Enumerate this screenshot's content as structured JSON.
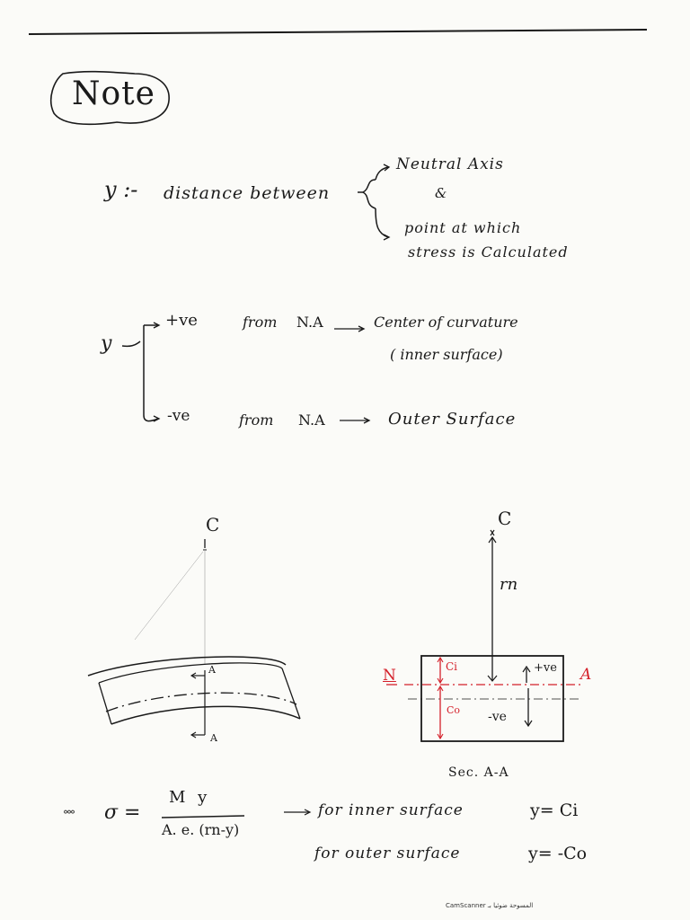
{
  "note_title": "Note",
  "definition": {
    "symbol": "y :-",
    "text": "distance between",
    "branch_top": "Neutral Axis",
    "branch_mid": "&",
    "branch_bottom_line1": "point at which",
    "branch_bottom_line2": "stress is Calculated"
  },
  "sign_convention": {
    "symbol": "y",
    "positive": {
      "sign": "+ve",
      "from": "from",
      "ref": "N.A",
      "target": "Center of curvature",
      "detail": "( inner surface)"
    },
    "negative": {
      "sign": "-ve",
      "from": "from",
      "ref": "N.A",
      "target": "Outer Surface"
    }
  },
  "left_figure": {
    "center_label": "C",
    "section_top": "A",
    "section_bottom": "A"
  },
  "right_figure": {
    "center_label": "C",
    "radius_label": "rn",
    "n_label": "N",
    "a_label": "A",
    "ci_label": "Ci",
    "co_label": "Co",
    "pos_label": "+ve",
    "neg_label": "-ve",
    "caption": "Sec. A-A"
  },
  "formula": {
    "therefore": "°°°",
    "sigma": "σ =",
    "numerator": "M y",
    "denominator": "A. e. (rn-y)",
    "inner_case": "for inner surface",
    "inner_value": "y= Ci",
    "outer_case": "for outer surface",
    "outer_value": "y= -Co"
  },
  "footer_text": "CamScanner المسوحة ضوئيا بـ",
  "colors": {
    "ink": "#1a1a1a",
    "red": "#d4202a"
  }
}
